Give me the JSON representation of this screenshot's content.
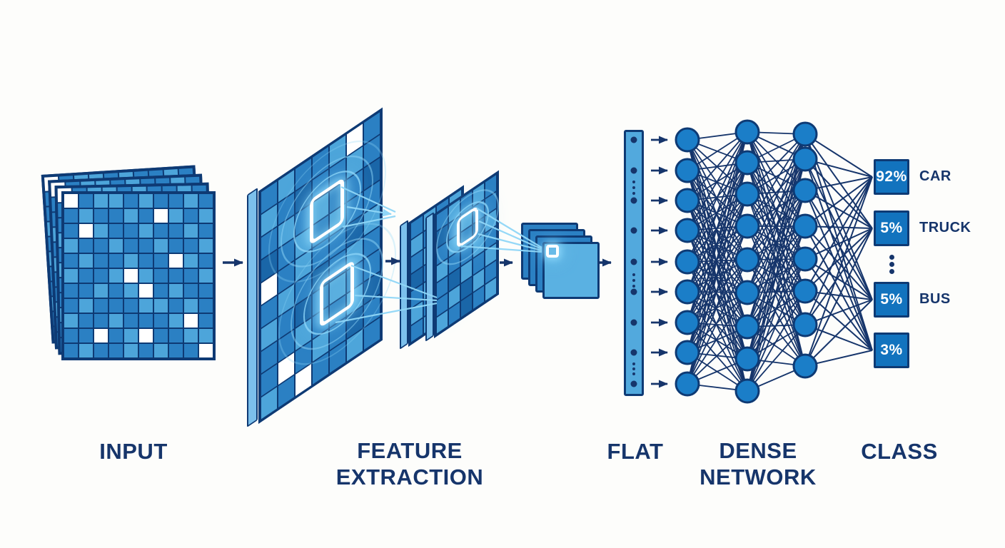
{
  "stage_labels": {
    "input": "INPUT",
    "feature_line1": "FEATURE",
    "feature_line2": "EXTRACTION",
    "flat": "FLAT",
    "dense_line1": "DENSE",
    "dense_line2": "NETWORK",
    "class": "CLASS"
  },
  "classes": [
    {
      "probability": "92%",
      "label": "CAR"
    },
    {
      "probability": "5%",
      "label": "TRUCK"
    },
    {
      "probability": "5%",
      "label": "BUS"
    },
    {
      "probability": "3%",
      "label": ""
    }
  ],
  "class_list_ellipsis_after_index": 1,
  "network": {
    "flat_arrow_count": 9,
    "layer_sizes": [
      9,
      9,
      8
    ],
    "output_boxes": 4
  },
  "input_grid": {
    "layers": 4,
    "cols": 10,
    "rows": 11,
    "pattern": [
      "2011010010",
      "0100102101",
      "0210010010",
      "1001001001",
      "0100100210",
      "1001210001",
      "0010120100",
      "0100011010",
      "1001000120",
      "0020120011",
      "0100101002"
    ]
  },
  "feature_map_1": {
    "cols": 7,
    "rows": 10,
    "kernel_count": 2,
    "pattern": [
      "0100120",
      "1030010",
      "0101003",
      "3010100",
      "2010031",
      "0103010",
      "1030100",
      "0010013",
      "0201030",
      "1020010"
    ]
  },
  "feature_map_2_front": {
    "cols": 5,
    "rows": 7,
    "kernel_count": 1,
    "pattern": [
      "01010",
      "30100",
      "01031",
      "10010",
      "03101",
      "01310",
      "10301"
    ]
  },
  "feature_map_2_back": {
    "cols": 4,
    "rows": 7,
    "pattern": [
      "0101",
      "1030",
      "0101",
      "3010",
      "0110",
      "1010",
      "0103"
    ]
  },
  "pooled_stack": {
    "count": 4
  },
  "colors": {
    "navy": "#0e3a74",
    "label_navy": "#16356b",
    "node_blue": "#1b7ec8",
    "cell_blue": "#2b80c3",
    "cell_light": "#4da5da",
    "cell_dark": "#1a66a8",
    "bar_blue": "#52a9dd",
    "pool_front_blue": "#5ab1e2",
    "box_blue": "#1273be",
    "glow_cyan": "#8fd6f7",
    "white": "#ffffff"
  }
}
